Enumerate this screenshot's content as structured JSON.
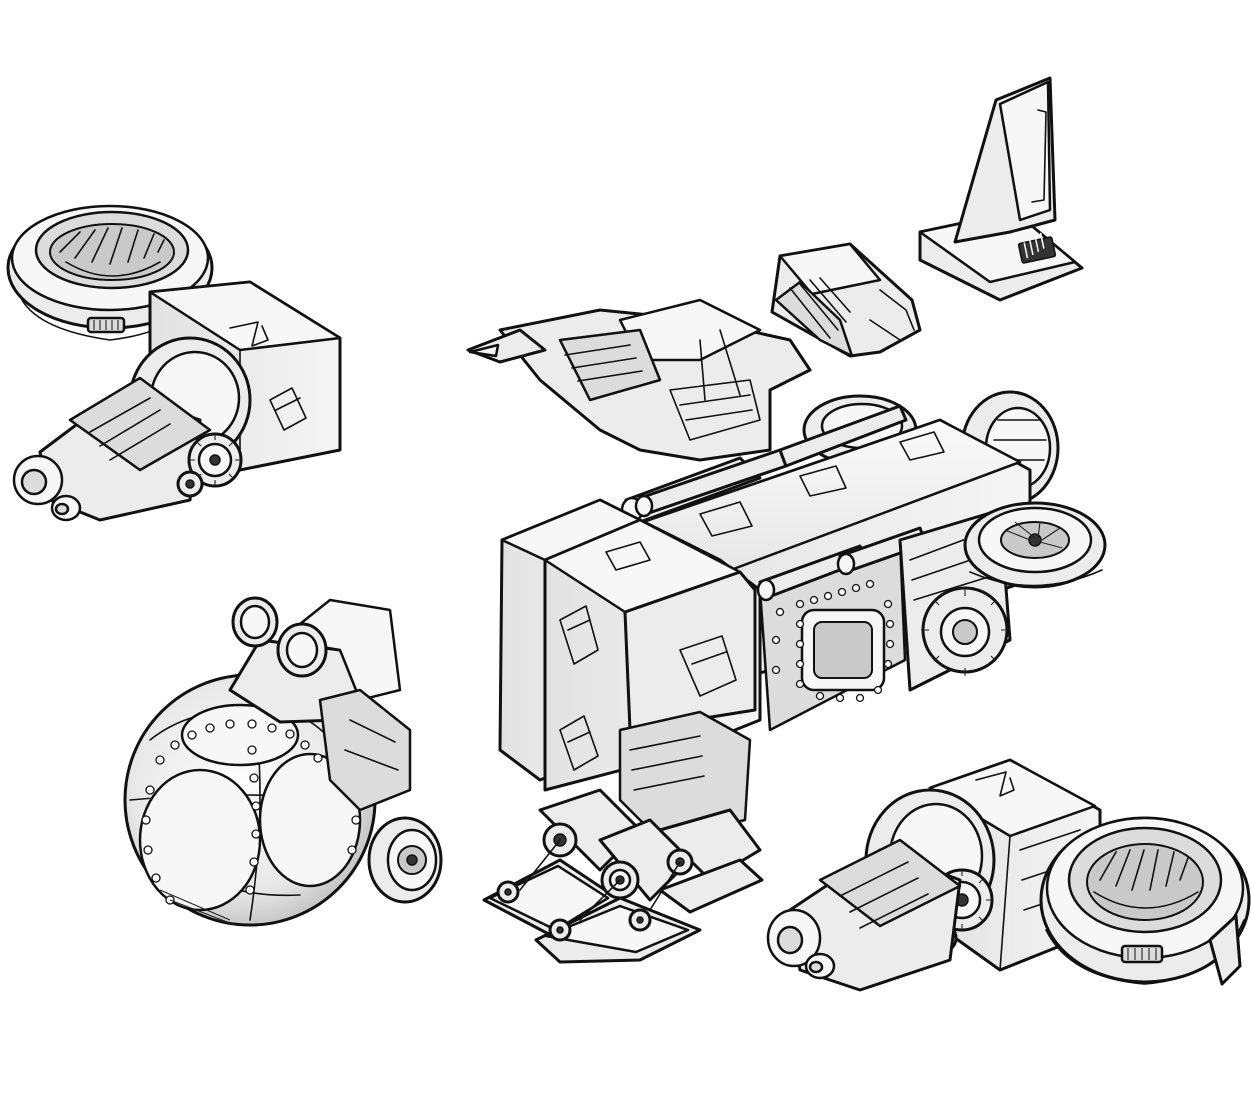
{
  "colors": {
    "background": "#ffffff",
    "line": "#111111",
    "fill_light": "#f7f7f7",
    "fill_mid": "#ececec",
    "fill_shade": "#c9c9c9"
  },
  "parts": [
    "engine-pod-left",
    "fuel-tank-sphere",
    "dropship-hull",
    "cockpit-wing-module",
    "armor-plate-crate",
    "tail-fin",
    "engine-pod-right"
  ]
}
